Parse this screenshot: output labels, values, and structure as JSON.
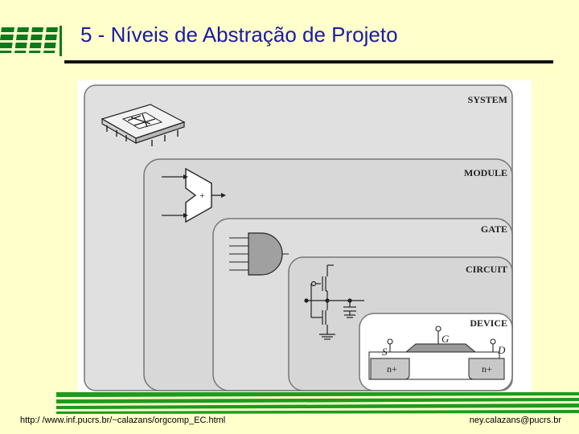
{
  "slide": {
    "title": "5 - Níveis de Abstração de Projeto",
    "footer_left": "http:/ /www.inf.pucrs.br/~calazans/orgcomp_EC.html",
    "footer_right": "ney.calazans@pucrs.br"
  },
  "diagram": {
    "levels": [
      "SYSTEM",
      "MODULE",
      "GATE",
      "CIRCUIT",
      "DEVICE"
    ],
    "device_labels": {
      "source": "S",
      "gate": "G",
      "drain": "D",
      "n_left": "n+",
      "n_right": "n+"
    },
    "adder_sign": "+"
  },
  "colors": {
    "title": "#1a1aa8",
    "background": "#ffffcc",
    "band_green": "#1e9a1e",
    "panel_fill": "#e0e0e0"
  }
}
